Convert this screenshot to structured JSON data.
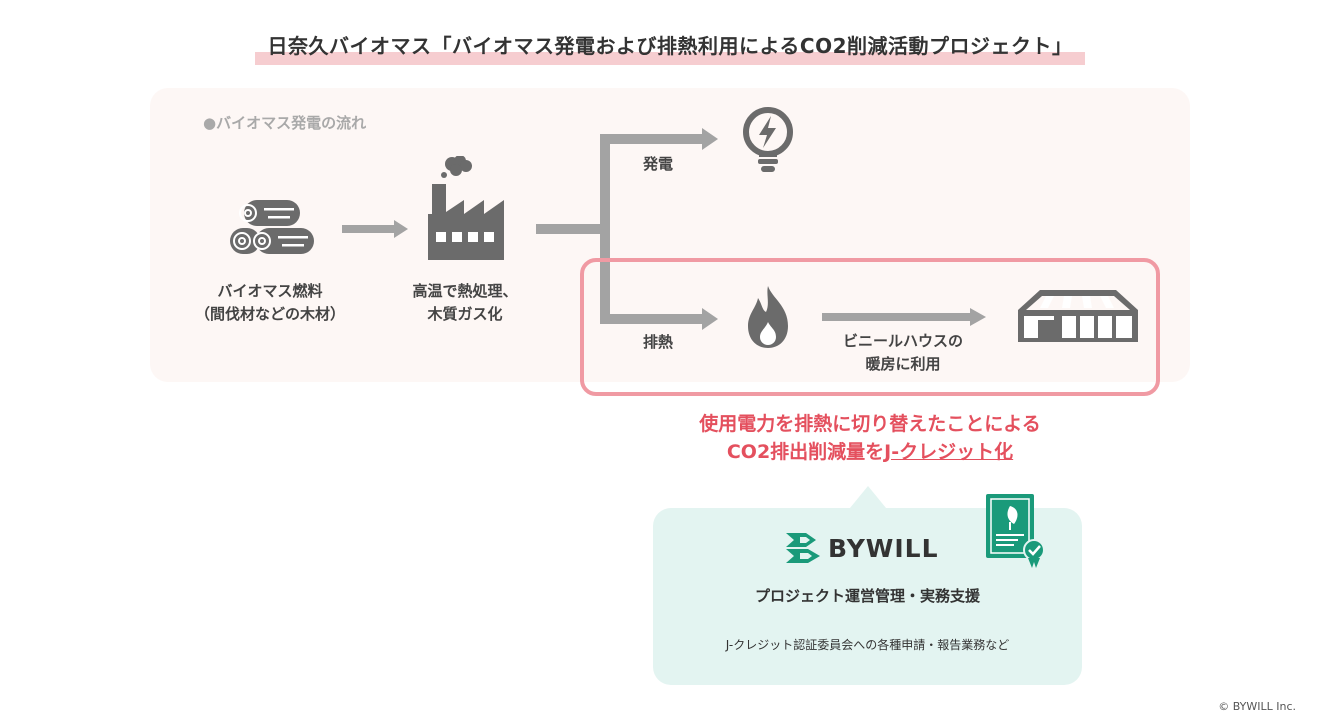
{
  "header": {
    "title": "日奈久バイオマス「バイオマス発電および排熱利用によるCO2削減活動プロジェクト」"
  },
  "flow": {
    "section_label": "●バイオマス発電の流れ",
    "fuel_line1": "バイオマス燃料",
    "fuel_line2": "（間伐材などの木材）",
    "process_line1": "高温で熱処理、",
    "process_line2": "木質ガス化",
    "branch_power": "発電",
    "branch_heat": "排熱",
    "greenhouse_line1": "ビニールハウスの",
    "greenhouse_line2": "暖房に利用"
  },
  "credit": {
    "line1": "使用電力を排熱に切り替えたことによる",
    "line2_prefix": "CO2排出削減量を",
    "line2_underlined": "J-クレジット化"
  },
  "bywill": {
    "brand": "BYWILL",
    "role": "プロジェクト運営管理・実務支援",
    "detail": "J-クレジット認証委員会への各種申請・報告業務など"
  },
  "footer": {
    "copyright": "© BYWILL Inc."
  },
  "colors": {
    "title_underline": "#f6cdd0",
    "panel_bg": "#fdf7f5",
    "highlight_border": "#f09aa3",
    "accent_red": "#e4505e",
    "bubble_bg": "#e3f4f1",
    "bywill_green": "#1a9a7a",
    "icon_gray": "#6b6b6b",
    "arrow_gray": "#a3a3a3"
  }
}
